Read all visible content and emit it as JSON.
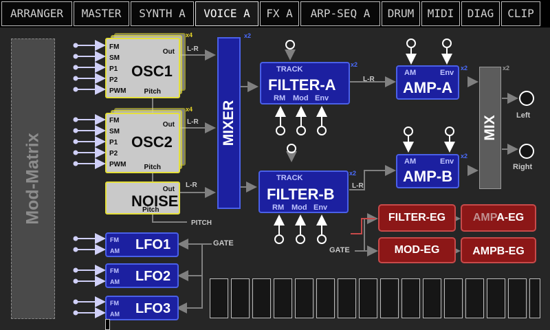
{
  "tabs": [
    "ARRANGER",
    "MASTER",
    "SYNTH A",
    "VOICE A",
    "FX A",
    "ARP-SEQ A",
    "DRUM",
    "MIDI",
    "DIAG",
    "CLIP"
  ],
  "active_tab": "VOICE A",
  "mod_matrix": {
    "label": "Mod-Matrix"
  },
  "osc1": {
    "name": "OSC1",
    "inputs": [
      "FM",
      "SM",
      "P1",
      "P2",
      "PWM"
    ],
    "out": "Out",
    "pitch": "Pitch",
    "multiplier": "x4",
    "out_label": "L-R"
  },
  "osc2": {
    "name": "OSC2",
    "inputs": [
      "FM",
      "SM",
      "P1",
      "P2",
      "PWM"
    ],
    "out": "Out",
    "pitch": "Pitch",
    "multiplier": "x4",
    "out_label": "L-R"
  },
  "noise": {
    "name": "NOISE",
    "out": "Out",
    "pitch": "Pitch",
    "out_label": "L-R",
    "pitch_label": "PITCH"
  },
  "mixer": {
    "label": "MIXER",
    "multiplier": "x2"
  },
  "filter_a": {
    "name": "FILTER-A",
    "track": "TRACK",
    "rm": "RM",
    "mod": "Mod",
    "env": "Env",
    "multiplier": "x2",
    "out_label": "L-R"
  },
  "filter_b": {
    "name": "FILTER-B",
    "track": "TRACK",
    "rm": "RM",
    "mod": "Mod",
    "env": "Env",
    "multiplier": "x2",
    "out_label": "L-R"
  },
  "amp_a": {
    "name": "AMP-A",
    "am": "AM",
    "env": "Env",
    "multiplier": "x2"
  },
  "amp_b": {
    "name": "AMP-B",
    "am": "AM",
    "env": "Env",
    "multiplier": "x2"
  },
  "mix": {
    "label": "MIX",
    "multiplier": "x2"
  },
  "outputs": {
    "left": "Left",
    "right": "Right"
  },
  "envelopes": {
    "filter_eg": "FILTER-EG",
    "ampa_eg_prefix": "AMP",
    "ampa_eg_suffix": "A-EG",
    "mod_eg": "MOD-EG",
    "ampb_eg": "AMPB-EG"
  },
  "gate_labels": {
    "lfo": "GATE",
    "eg": "GATE"
  },
  "lfos": [
    {
      "name": "LFO1",
      "fm": "FM",
      "am": "AM"
    },
    {
      "name": "LFO2",
      "fm": "FM",
      "am": "AM"
    },
    {
      "name": "LFO3",
      "fm": "FM",
      "am": "AM"
    }
  ],
  "colors": {
    "module_blue": "#1c20a0",
    "osc_border": "#e5e03a",
    "eg_red": "#8c1717",
    "multiplier_blue": "#4a6cff",
    "multiplier_yellow": "#e8d62a"
  }
}
